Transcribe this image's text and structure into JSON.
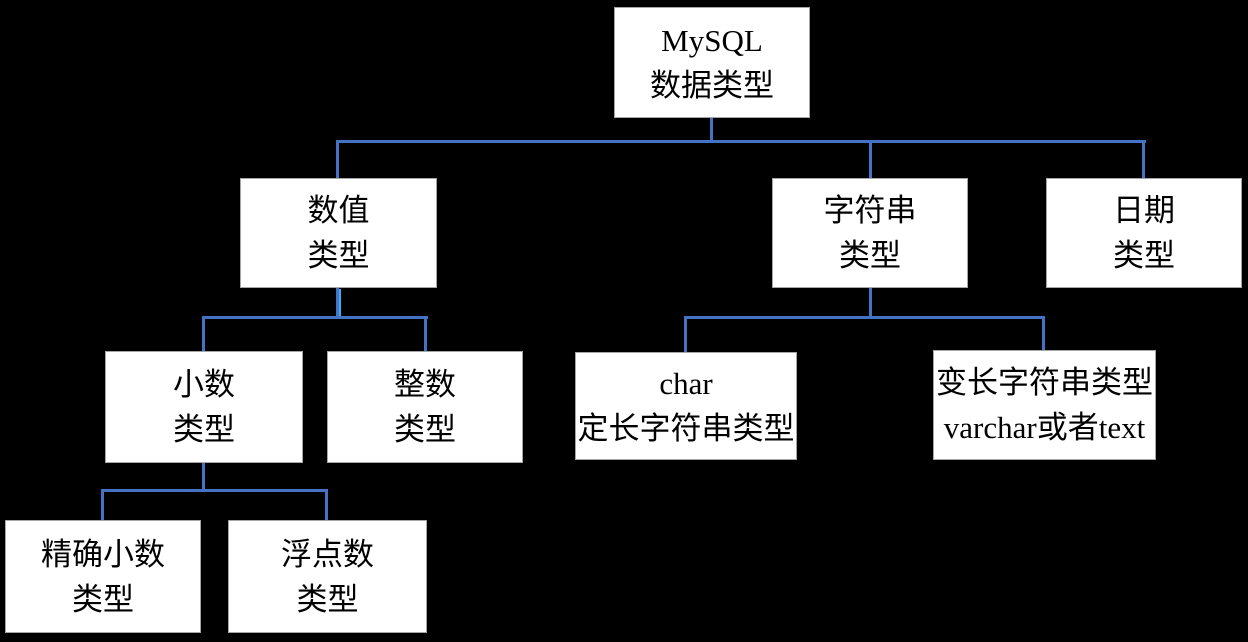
{
  "diagram_type": "tree",
  "colors": {
    "background": "#000000",
    "box_fill": "#ffffff",
    "box_border": "#a6a6a6",
    "box_text": "#000000",
    "connector": "#4472c4",
    "connector_alt": "#38b0ee"
  },
  "nodes": {
    "root": {
      "line1": "MySQL",
      "line2": "数据类型"
    },
    "numeric": {
      "line1": "数值",
      "line2": "类型"
    },
    "string": {
      "line1": "字符串",
      "line2": "类型"
    },
    "date": {
      "line1": "日期",
      "line2": "类型"
    },
    "decimal": {
      "line1": "小数",
      "line2": "类型"
    },
    "integer": {
      "line1": "整数",
      "line2": "类型"
    },
    "char": {
      "line1": "char",
      "line2": "定长字符串类型"
    },
    "varchar": {
      "line1": "变长字符串类型",
      "line2": "varchar或者text"
    },
    "exact": {
      "line1": "精确小数",
      "line2": "类型"
    },
    "float": {
      "line1": "浮点数",
      "line2": "类型"
    }
  },
  "edges": [
    [
      "root",
      "numeric"
    ],
    [
      "root",
      "string"
    ],
    [
      "root",
      "date"
    ],
    [
      "numeric",
      "decimal"
    ],
    [
      "numeric",
      "integer"
    ],
    [
      "string",
      "char"
    ],
    [
      "string",
      "varchar"
    ],
    [
      "decimal",
      "exact"
    ],
    [
      "decimal",
      "float"
    ]
  ]
}
